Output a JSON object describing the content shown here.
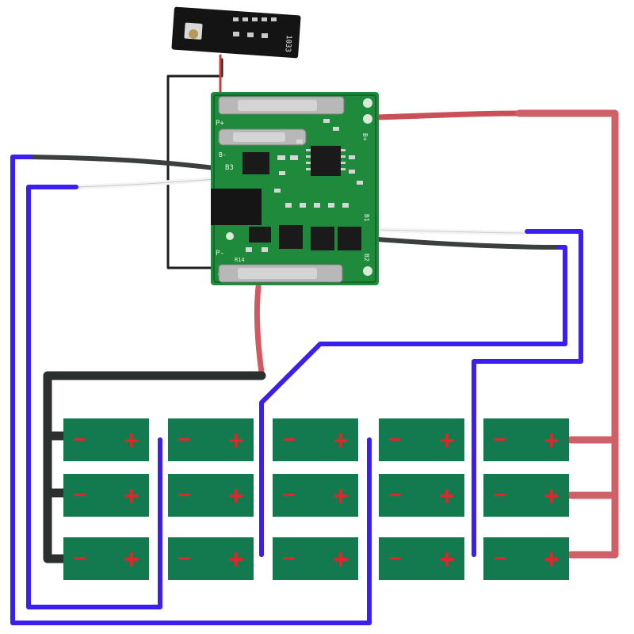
{
  "board": {
    "labels": {
      "p_plus": "P+",
      "p_minus": "P-",
      "b_plus": "B+",
      "b3": "B3",
      "b2": "B2",
      "b1": "B1",
      "b_minus": "B-",
      "r14": "R14",
      "small_board_code": "1033"
    }
  },
  "cells": {
    "minus_sign": "−",
    "plus_sign": "+",
    "columns": 5,
    "rows": 3
  },
  "colors": {
    "pcb": "#1f8a3c",
    "pcb_dark": "#0e5e26",
    "cell": "#137a50",
    "sign": "#e4242b",
    "wire_blue": "#3a1ff0",
    "wire_red": "#cf6068",
    "wire_black": "#2b2f2e",
    "wire_white": "#f2f2f2"
  }
}
